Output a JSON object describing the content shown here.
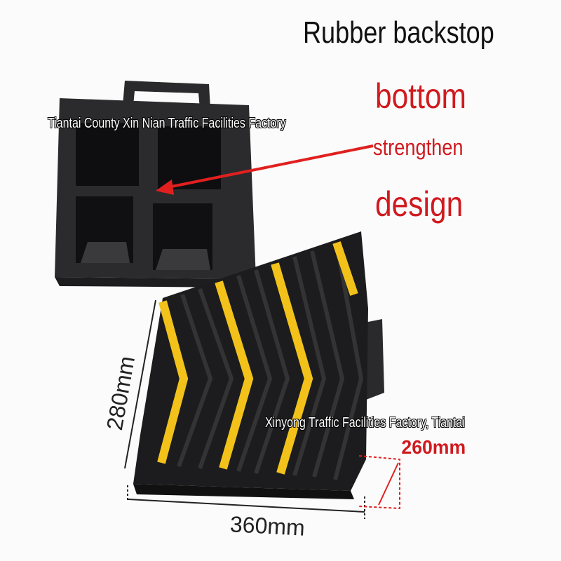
{
  "title": "Rubber backstop",
  "feature_lines": [
    "bottom",
    "strengthen",
    "design"
  ],
  "watermarks": [
    "Tiantai County Xin Nian Traffic Facilities Factory",
    "Xinyong Traffic Facilities Factory, Tiantai"
  ],
  "dimensions": {
    "height": "280mm",
    "length": "360mm",
    "width": "260mm"
  },
  "colors": {
    "accent_red": "#d01a1f",
    "stripe_yellow": "#f2c21b",
    "rubber_black": "#1c1c1e"
  }
}
